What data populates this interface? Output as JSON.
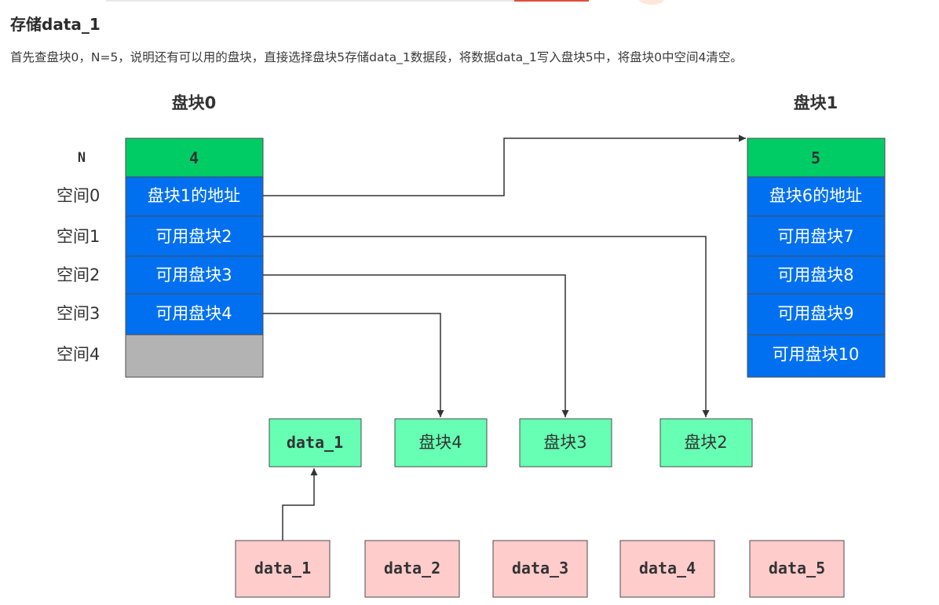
{
  "heading": "存储data_1",
  "description": "首先查盘块0，N=5，说明还有可以用的盘块，直接选择盘块5存储data_1数据段，将数据data_1写入盘块5中，将盘块0中空间4清空。",
  "diagram": {
    "block0": {
      "title": "盘块0",
      "n_value": "4",
      "cells": [
        "盘块1的地址",
        "可用盘块2",
        "可用盘块3",
        "可用盘块4",
        ""
      ]
    },
    "block1": {
      "title": "盘块1",
      "n_value": "5",
      "cells": [
        "盘块6的地址",
        "可用盘块7",
        "可用盘块8",
        "可用盘块9",
        "可用盘块10"
      ]
    },
    "row_labels": {
      "n": "N",
      "spaces": [
        "空间0",
        "空间1",
        "空间2",
        "空间3",
        "空间4"
      ]
    },
    "allocated": [
      "data_1",
      "盘块4",
      "盘块3",
      "盘块2"
    ],
    "data_segments": [
      "data_1",
      "data_2",
      "data_3",
      "data_4",
      "data_5"
    ],
    "colors": {
      "header_green": "#00cc66",
      "cell_blue": "#0070f0",
      "empty_gray": "#b3b3b3",
      "allocated_green": "#66ffb3",
      "segment_pink": "#ffcccc"
    }
  }
}
